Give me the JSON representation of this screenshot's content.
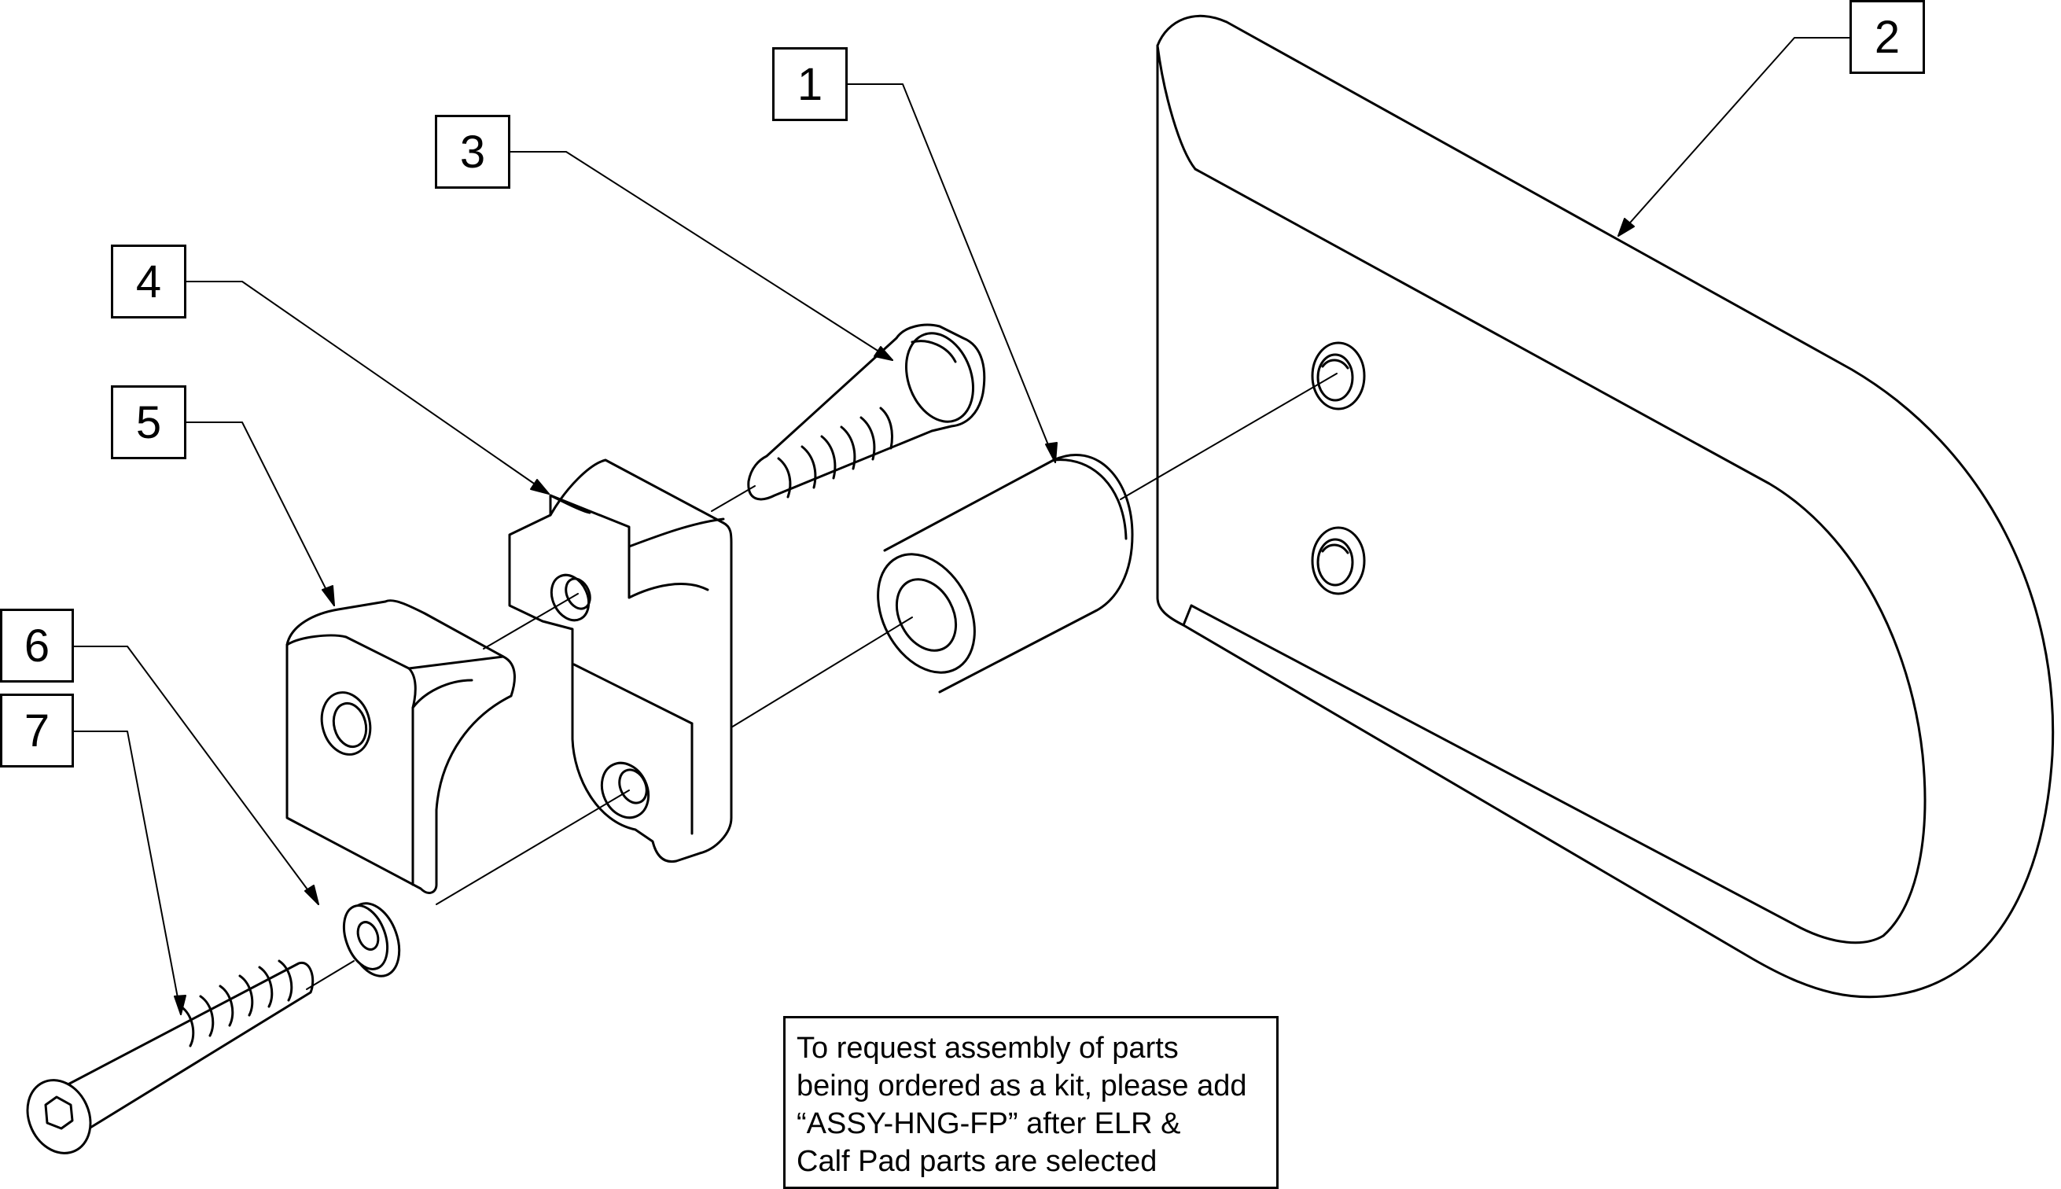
{
  "callouts": [
    {
      "label": "1",
      "part": "spacer"
    },
    {
      "label": "2",
      "part": "calf-pad"
    },
    {
      "label": "3",
      "part": "cap-screw"
    },
    {
      "label": "4",
      "part": "hinge-block"
    },
    {
      "label": "5",
      "part": "clamp-block"
    },
    {
      "label": "6",
      "part": "washer"
    },
    {
      "label": "7",
      "part": "button-head-screw"
    }
  ],
  "note": {
    "lines": [
      "To request assembly of parts",
      "being ordered as a kit, please add",
      "“ASSY-HNG-FP” after ELR &",
      "Calf Pad parts are selected"
    ]
  },
  "colors": {
    "line": "#000000",
    "background": "#ffffff"
  }
}
